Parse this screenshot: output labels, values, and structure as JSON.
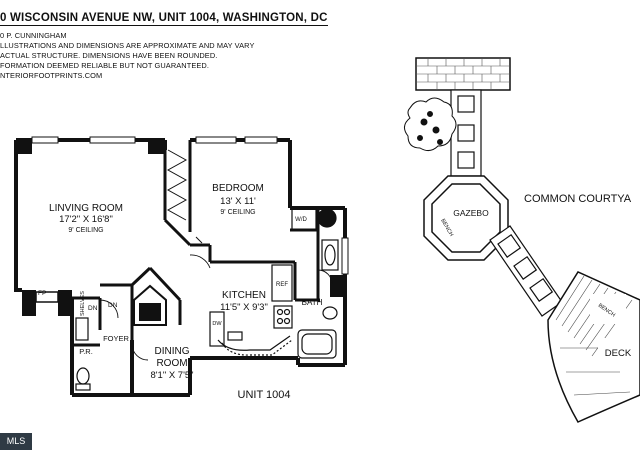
{
  "header": {
    "title": "0 WISCONSIN AVENUE NW, UNIT 1004, WASHINGTON, DC",
    "lines": [
      "0 P. CUNNINGHAM",
      "LLUSTRATIONS AND DIMENSIONS ARE APPROXIMATE AND MAY VARY",
      "ACTUAL STRUCTURE. DIMENSIONS HAVE BEEN ROUNDED.",
      "FORMATION DEEMED RELIABLE BUT NOT GUARANTEED.",
      "NTERIORFOOTPRINTS.COM"
    ]
  },
  "rooms": {
    "living": {
      "name": "LINVING ROOM",
      "dims": "17'2\" X 16'8\"",
      "ceiling": "9' CEILING"
    },
    "bedroom": {
      "name": "BEDROOM",
      "dims": "13' X 11'",
      "ceiling": "9' CEILING"
    },
    "kitchen": {
      "name": "KITCHEN",
      "dims": "11'5\" X 9'3\""
    },
    "dining": {
      "name": "DINING",
      "name2": "ROOM",
      "dims": "8'1\" X 7'5\""
    },
    "foyer": "FOYER",
    "pr": "P.R.",
    "bath": "BATH"
  },
  "fixtures": {
    "fp": "FP",
    "dn1": "DN",
    "dn2": "DN",
    "shelves": "SHELVES",
    "ref": "REF",
    "dw": "DW",
    "wd": "W/D"
  },
  "unit_label": "UNIT 1004",
  "site": {
    "gazebo": "GAZEBO",
    "bench_gazebo": "BENCH",
    "bench_deck": "BENCH",
    "deck": "DECK",
    "courtyard": "COMMON COURTYA"
  },
  "badge": "MLS"
}
